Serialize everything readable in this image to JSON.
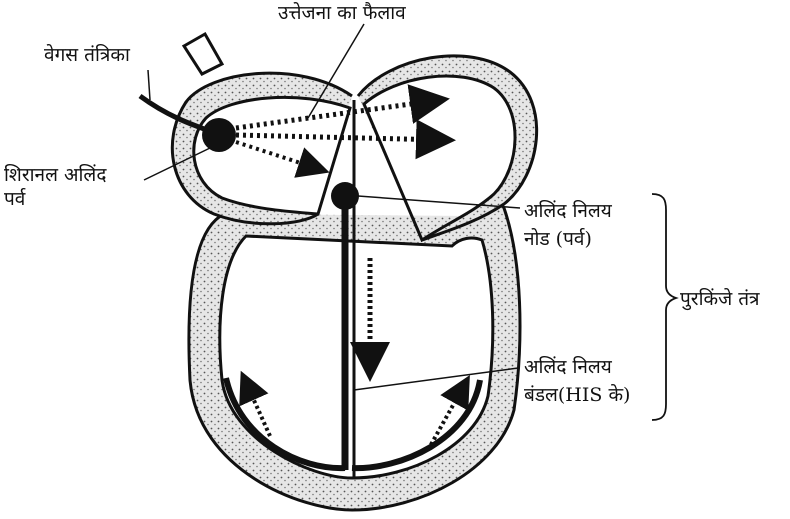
{
  "labels": {
    "impulse_spread": "उत्तेजना का फैलाव",
    "vagus_nerve": "वेगस तंत्रिका",
    "sa_node_line1": "शिरानल अलिंद",
    "sa_node_line2": "पर्व",
    "av_node_line1": "अलिंद निलय",
    "av_node_line2": "नोड (पर्व)",
    "purkinje_system": "पुरकिंजे तंत्र",
    "av_bundle_line1": "अलिंद निलय",
    "av_bundle_line2": "बंडल(HIS के)"
  },
  "colors": {
    "ink": "#111111",
    "wall_stipple": "#bdbdbd",
    "background": "#ffffff"
  }
}
